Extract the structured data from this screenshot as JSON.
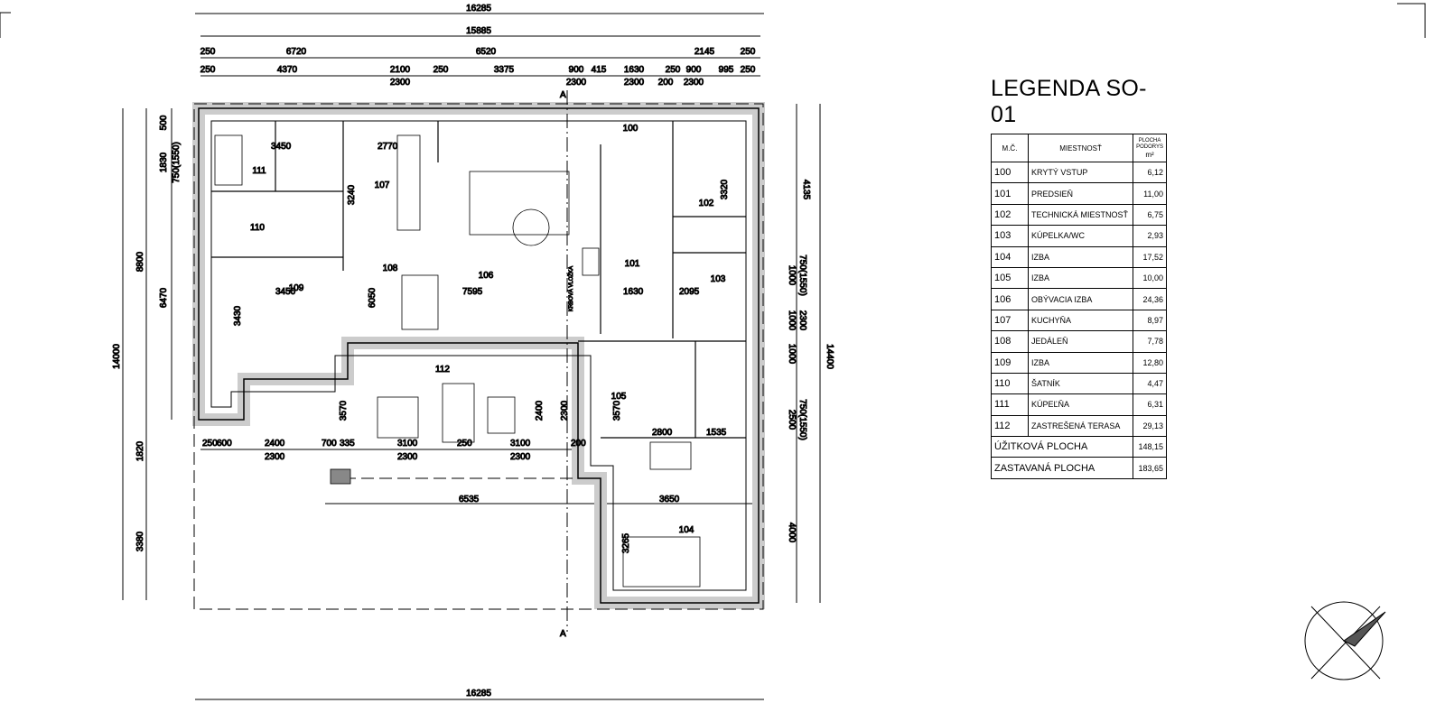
{
  "legend": {
    "title": "LEGENDA SO-01",
    "headers": {
      "num": "M.Č.",
      "room": "MIESTNOSŤ",
      "area": "PLOCHA PODORYS",
      "unit": "m²"
    },
    "rows": [
      {
        "num": "100",
        "name": "KRYTÝ VSTUP",
        "area": "6,12"
      },
      {
        "num": "101",
        "name": "PREDSIEŇ",
        "area": "11,00"
      },
      {
        "num": "102",
        "name": "TECHNICKÁ MIESTNOSŤ",
        "area": "6,75"
      },
      {
        "num": "103",
        "name": "KÚPELKA/WC",
        "area": "2,93"
      },
      {
        "num": "104",
        "name": "IZBA",
        "area": "17,52"
      },
      {
        "num": "105",
        "name": "IZBA",
        "area": "10,00"
      },
      {
        "num": "106",
        "name": "OBÝVACIA IZBA",
        "area": "24,36"
      },
      {
        "num": "107",
        "name": "KUCHYŇA",
        "area": "8,97"
      },
      {
        "num": "108",
        "name": "JEDÁLEŇ",
        "area": "7,78"
      },
      {
        "num": "109",
        "name": "IZBA",
        "area": "12,80"
      },
      {
        "num": "110",
        "name": "ŠATNÍK",
        "area": "4,47"
      },
      {
        "num": "111",
        "name": "KÚPEĽŇA",
        "area": "6,31"
      },
      {
        "num": "112",
        "name": "ZASTREŠENÁ TERASA",
        "area": "29,13"
      }
    ],
    "totals": [
      {
        "name": "ÚŽITKOVÁ PLOCHA",
        "area": "148,15"
      },
      {
        "name": "ZASTAVANÁ PLOCHA",
        "area": "183,65"
      }
    ]
  },
  "plan": {
    "overall_top": "16285",
    "overall_inner": "15885",
    "overall_bottom": "16285",
    "row1": [
      "250",
      "6720",
      "6520",
      "2145",
      "250"
    ],
    "row2": [
      "250",
      "4370",
      "2100",
      "2300",
      "250",
      "3375",
      "900",
      "2300",
      "415",
      "1630",
      "2300",
      "250",
      "200",
      "900",
      "2300",
      "995",
      "250"
    ],
    "left_dims": [
      "14000",
      "8800",
      "6470",
      "1820",
      "3380",
      "500",
      "1830",
      "750(1550)"
    ],
    "right_dims": [
      "14400",
      "4135",
      "1000",
      "750(1550)",
      "1000",
      "2300",
      "1000",
      "2500",
      "750(1550)",
      "4000"
    ],
    "rooms": [
      "100",
      "101",
      "102",
      "103",
      "104",
      "105",
      "106",
      "107",
      "108",
      "109",
      "110",
      "111",
      "112"
    ],
    "inner_dims": [
      "3450",
      "2770",
      "7595",
      "3430",
      "3570",
      "3570",
      "2400",
      "2300",
      "2800",
      "1535",
      "3650",
      "6535",
      "3265",
      "3240",
      "6050",
      "3320",
      "1630",
      "2095"
    ],
    "bottom_row": [
      "250",
      "600",
      "2400",
      "2300",
      "700",
      "335",
      "3100",
      "2300",
      "250",
      "3100",
      "2300",
      "200"
    ],
    "section_mark": "A",
    "kitchen_label": "KRBOVÁ VLOŽKA"
  }
}
